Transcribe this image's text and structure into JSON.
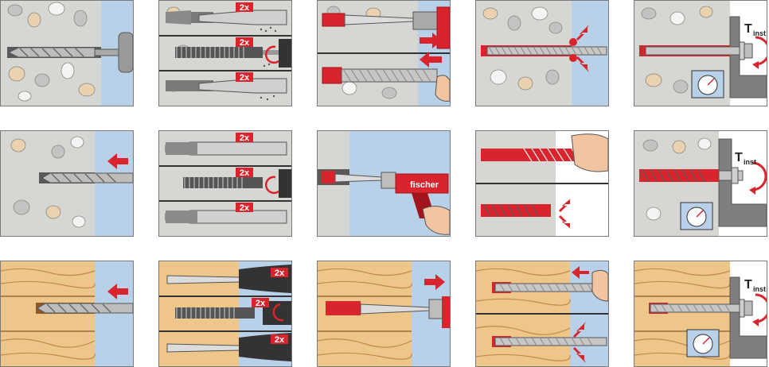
{
  "labels": {
    "repeat": "2x",
    "tinst_main": "T",
    "tinst_sub": "inst",
    "brand": "fischer"
  },
  "rows": [
    {
      "material": "concrete"
    },
    {
      "material": "masonry"
    },
    {
      "material": "wood"
    }
  ],
  "colors": {
    "red": "#d9232d",
    "dark_red": "#a3141c",
    "wall_blue": "#b9d1e8",
    "concrete_grey": "#d6d6d2",
    "stone_grey": "#c3c3c1",
    "stone_tan": "#e9d2ad",
    "wood_light": "#eec68a",
    "wood_grain": "#c2894c",
    "steel": "#b9b9b9",
    "outline": "#555555"
  },
  "icons": [
    "drill-icon",
    "brush-icon",
    "blower-icon",
    "cartridge-gun-icon",
    "anchor-rod-icon",
    "torque-wrench-icon",
    "gauge-icon",
    "arrow-icon"
  ]
}
